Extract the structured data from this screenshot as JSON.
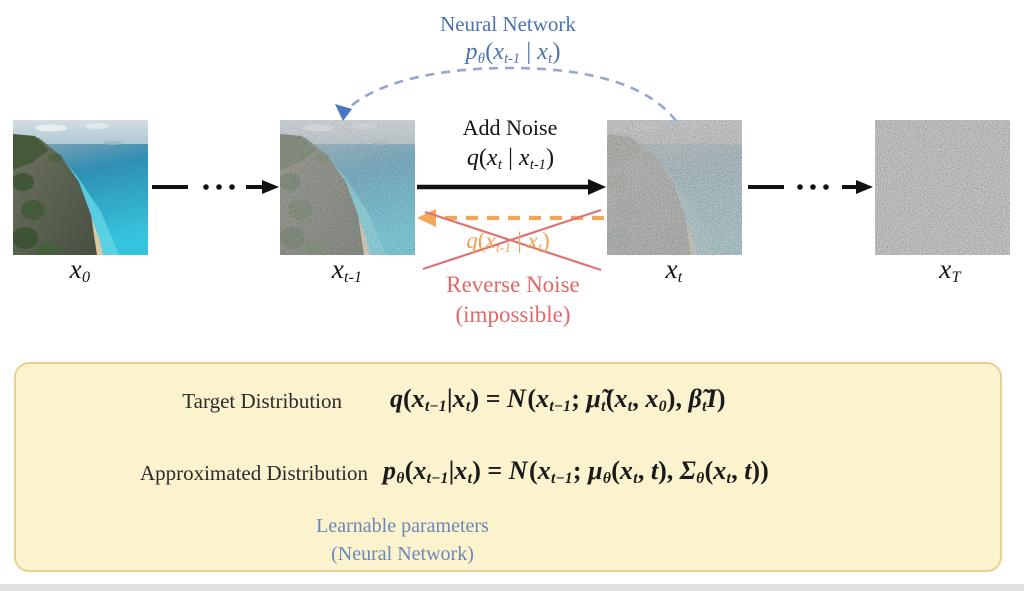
{
  "colors": {
    "accent_blue": "#4c71ad",
    "soft_blue": "#6d87b8",
    "arc_dash_blue": "#93a7d0",
    "arrowhead_blue": "#4b76c6",
    "orange": "#f0a452",
    "red": "#e06868",
    "arrow_black": "#111111",
    "box_background": "#fbf2ce",
    "box_border": "#e5d28e"
  },
  "top": {
    "neural_network_label": "Neural Network"
  },
  "forward": {
    "add_noise_label": "Add Noise"
  },
  "reverse": {
    "reverse_noise_label": "Reverse Noise",
    "impossible_label": "(impossible)"
  },
  "panels": [
    {
      "id": "x0",
      "image_kind": "coastal-photo-clean"
    },
    {
      "id": "xt1",
      "image_kind": "coastal-photo-light-noise"
    },
    {
      "id": "xt",
      "image_kind": "coastal-photo-heavy-noise"
    },
    {
      "id": "xT",
      "image_kind": "pure-noise"
    }
  ],
  "labels": {
    "x0": [
      {
        "t": "x",
        "s": "i"
      },
      {
        "t": "0",
        "s": "sub"
      }
    ],
    "xt1": [
      {
        "t": "x",
        "s": "i"
      },
      {
        "t": "t-1",
        "s": "sub"
      }
    ],
    "xt": [
      {
        "t": "x",
        "s": "i"
      },
      {
        "t": "t",
        "s": "sub"
      }
    ],
    "xT": [
      {
        "t": "x",
        "s": "i"
      },
      {
        "t": "T",
        "s": "sub"
      }
    ]
  },
  "formulas": {
    "neural_network": [
      {
        "t": "p",
        "s": "i"
      },
      {
        "t": "θ",
        "s": "sub"
      },
      {
        "t": "(",
        "s": "n"
      },
      {
        "t": "x",
        "s": "i"
      },
      {
        "t": "t-1",
        "s": "sub"
      },
      {
        "t": " | ",
        "s": "n"
      },
      {
        "t": "x",
        "s": "i"
      },
      {
        "t": "t",
        "s": "sub"
      },
      {
        "t": ")",
        "s": "n"
      }
    ],
    "forward": [
      {
        "t": "q",
        "s": "i"
      },
      {
        "t": "(",
        "s": "n"
      },
      {
        "t": "x",
        "s": "i"
      },
      {
        "t": "t",
        "s": "sub"
      },
      {
        "t": " | ",
        "s": "n"
      },
      {
        "t": "x",
        "s": "i"
      },
      {
        "t": "t-1",
        "s": "sub"
      },
      {
        "t": ")",
        "s": "n"
      }
    ],
    "reverse_crossed": [
      {
        "t": "q",
        "s": "i"
      },
      {
        "t": "(",
        "s": "n"
      },
      {
        "t": "x",
        "s": "i"
      },
      {
        "t": "t-1",
        "s": "sub"
      },
      {
        "t": " | ",
        "s": "n"
      },
      {
        "t": "x",
        "s": "i"
      },
      {
        "t": "t",
        "s": "sub"
      },
      {
        "t": ")",
        "s": "n"
      }
    ],
    "target": [
      {
        "t": "q",
        "s": "i"
      },
      {
        "t": "(",
        "s": "n"
      },
      {
        "t": "x",
        "s": "i"
      },
      {
        "t": "t−1",
        "s": "sub"
      },
      {
        "t": "|",
        "s": "n"
      },
      {
        "t": "x",
        "s": "i"
      },
      {
        "t": "t",
        "s": "sub"
      },
      {
        "t": ") = ",
        "s": "n"
      },
      {
        "t": "N",
        "s": "cal"
      },
      {
        "t": "(",
        "s": "n"
      },
      {
        "t": "x",
        "s": "i"
      },
      {
        "t": "t−1",
        "s": "sub"
      },
      {
        "t": ";  ",
        "s": "n"
      },
      {
        "t": "μ̃",
        "s": "i"
      },
      {
        "t": "t",
        "s": "sub"
      },
      {
        "t": "(",
        "s": "n"
      },
      {
        "t": "x",
        "s": "i"
      },
      {
        "t": "t",
        "s": "sub"
      },
      {
        "t": ", ",
        "s": "n"
      },
      {
        "t": "x",
        "s": "i"
      },
      {
        "t": "0",
        "s": "sub"
      },
      {
        "t": "),  ",
        "s": "n"
      },
      {
        "t": "β̃",
        "s": "i"
      },
      {
        "t": "t",
        "s": "sub"
      },
      {
        "t": "I",
        "s": "i"
      },
      {
        "t": ")",
        "s": "n"
      }
    ],
    "approximated": [
      {
        "t": "p",
        "s": "i"
      },
      {
        "t": "θ",
        "s": "sub"
      },
      {
        "t": "(",
        "s": "n"
      },
      {
        "t": "x",
        "s": "i"
      },
      {
        "t": "t−1",
        "s": "sub"
      },
      {
        "t": "|",
        "s": "n"
      },
      {
        "t": "x",
        "s": "i"
      },
      {
        "t": "t",
        "s": "sub"
      },
      {
        "t": ") = ",
        "s": "n"
      },
      {
        "t": "N",
        "s": "cal"
      },
      {
        "t": "(",
        "s": "n"
      },
      {
        "t": "x",
        "s": "i"
      },
      {
        "t": "t−1",
        "s": "sub"
      },
      {
        "t": ";  ",
        "s": "n"
      },
      {
        "t": "μ",
        "s": "i"
      },
      {
        "t": "θ",
        "s": "sub"
      },
      {
        "t": "(",
        "s": "n"
      },
      {
        "t": "x",
        "s": "i"
      },
      {
        "t": "t",
        "s": "sub"
      },
      {
        "t": ", ",
        "s": "n"
      },
      {
        "t": "t",
        "s": "i"
      },
      {
        "t": "),  ",
        "s": "n"
      },
      {
        "t": "Σ",
        "s": "i"
      },
      {
        "t": "θ",
        "s": "sub"
      },
      {
        "t": "(",
        "s": "n"
      },
      {
        "t": "x",
        "s": "i"
      },
      {
        "t": "t",
        "s": "sub"
      },
      {
        "t": ", ",
        "s": "n"
      },
      {
        "t": "t",
        "s": "i"
      },
      {
        "t": "))",
        "s": "n"
      }
    ]
  },
  "box": {
    "target_label": "Target Distribution",
    "approx_label": "Approximated Distribution",
    "learnable_line1": "Learnable parameters",
    "learnable_line2": "(Neural Network)"
  }
}
